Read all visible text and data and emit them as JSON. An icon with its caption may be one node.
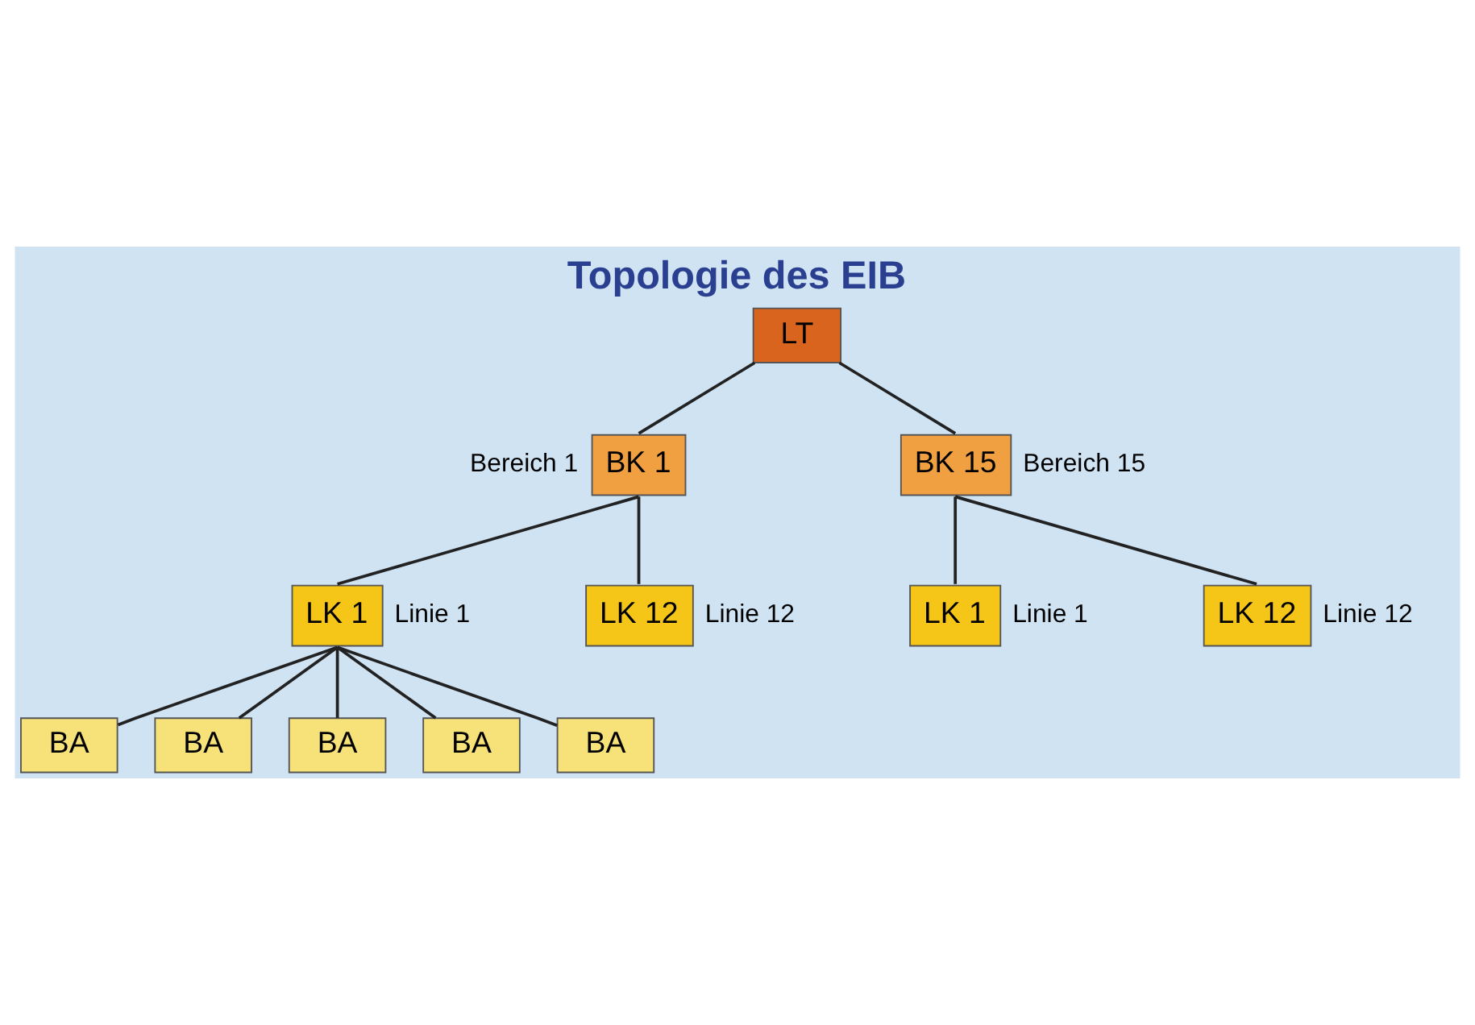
{
  "diagram": {
    "title": "Topologie des EIB",
    "nodes": [
      {
        "text": [
          "LT"
        ]
      },
      {
        "text": [
          "BK 1"
        ],
        "beside": [
          "Bereich 1"
        ]
      },
      {
        "text": [
          "BK 15"
        ],
        "beside": [
          "Bereich 15"
        ]
      },
      {
        "text": [
          "LK 1"
        ],
        "beside": [
          "Linie 1"
        ]
      },
      {
        "text": [
          "LK 12"
        ],
        "beside": [
          "Linie 12"
        ]
      },
      {
        "text": [
          "LK 1"
        ],
        "beside": [
          "Linie 1"
        ]
      },
      {
        "text": [
          "LK 12"
        ],
        "beside": [
          "Linie 12"
        ]
      },
      {
        "text": [
          "BA"
        ]
      },
      {
        "text": [
          "BA"
        ]
      },
      {
        "text": [
          "BA"
        ]
      },
      {
        "text": [
          "BA"
        ]
      },
      {
        "text": [
          "BA"
        ]
      }
    ],
    "edges": [
      {
        "from": 0,
        "to": 1,
        "arrow": "none"
      },
      {
        "from": 0,
        "to": 2,
        "arrow": "none"
      },
      {
        "from": 1,
        "to": 3,
        "arrow": "none"
      },
      {
        "from": 1,
        "to": 4,
        "arrow": "none"
      },
      {
        "from": 2,
        "to": 5,
        "arrow": "none"
      },
      {
        "from": 2,
        "to": 6,
        "arrow": "none"
      },
      {
        "from": 3,
        "to": 7,
        "arrow": "none"
      },
      {
        "from": 3,
        "to": 8,
        "arrow": "none"
      },
      {
        "from": 3,
        "to": 9,
        "arrow": "none"
      },
      {
        "from": 3,
        "to": 10,
        "arrow": "none"
      },
      {
        "from": 3,
        "to": 11,
        "arrow": "none"
      }
    ]
  }
}
